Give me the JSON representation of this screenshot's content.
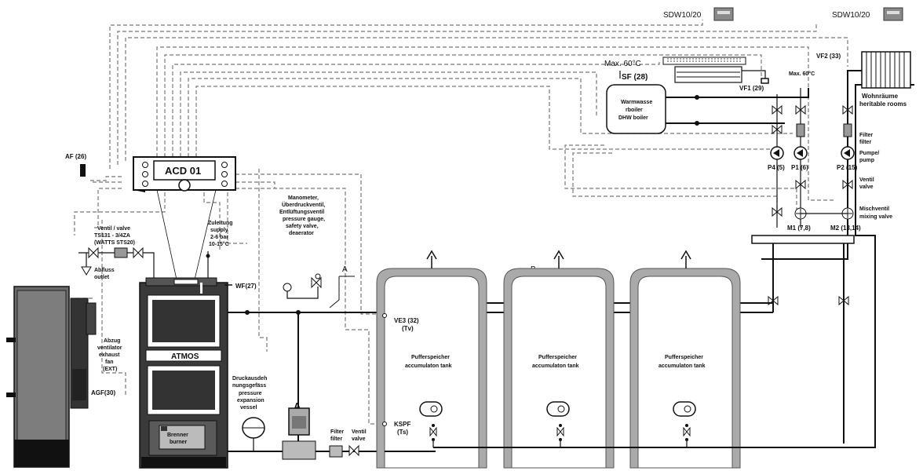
{
  "labels": {
    "sdw_left": "SDW10/20",
    "sdw_right": "SDW10/20",
    "max60": "Max. 60°C",
    "max60_small": "Max. 60°C",
    "vf2": "VF2 (33)",
    "sf": "SF (28)",
    "vf1": "VF1 (29)",
    "dhw_line1": "Warmwasse",
    "dhw_line2": "rboiler",
    "dhw_line3": "DHW boiler",
    "rooms_line1": "Wohnräume",
    "rooms_line2": "heritable rooms",
    "filter_line1": "Filter",
    "filter_line2": "filter",
    "pump_line1": "Pumpe/",
    "pump_line2": "pump",
    "ventil_line1": "Ventil",
    "ventil_line2": "valve",
    "mix_line1": "Mischventil",
    "mix_line2": "mixing valve",
    "p4": "P4 (5)",
    "p1": "P1 (6)",
    "p2": "P2 (15)",
    "m1": "M1 (7,8)",
    "m2": "M2 (13,14)",
    "af": "AF (26)",
    "acd": "ACD 01",
    "valve_line1": "Ventil / valve",
    "valve_line2": "TS131 - 3/4ZA",
    "valve_line3": "(WATTS STS20)",
    "abfluss_line1": "Abfluss",
    "abfluss_line2": "outlet",
    "zul_line1": "Zuleitung",
    "zul_line2": "supply",
    "zul_line3": "2-6 bar",
    "zul_line4": "10-15°C",
    "wf": "WF(27)",
    "mano_line1": "Manometer,",
    "mano_line2": "Überdruckventil,",
    "mano_line3": "Entlüftungsventil",
    "mano_line4": "pressure gauge,",
    "mano_line5": "safety valve,",
    "mano_line6": "deaerator",
    "mark_a_top": "A",
    "mark_b": "B",
    "mark_a_bottom": "A",
    "atmos": "ATMOS",
    "brenner_line1": "Brenner",
    "brenner_line2": "burner",
    "abzug_line1": "Abzug",
    "abzug_line2": "ventilator",
    "abzug_line3": "exhaust",
    "abzug_line4": "fan",
    "abzug_line5": "(EXT)",
    "agf": "AGF(30)",
    "druck_line1": "Druckausdeh",
    "druck_line2": "nungsgefäss",
    "druck_line3": "pressure",
    "druck_line4": "expansion",
    "druck_line5": "vessel",
    "ve3_line1": "VE3 (32)",
    "ve3_line2": "(Tv)",
    "kspf_line1": "KSPF",
    "kspf_line2": "(Ts)",
    "filter_b_line1": "Filter",
    "filter_b_line2": "filter",
    "ventil_b_line1": "Ventil",
    "ventil_b_line2": "valve",
    "tank1_line1": "Pufferspeicher",
    "tank1_line2": "accumulaton tank",
    "tank2_line1": "Pufferspeicher",
    "tank2_line2": "accumulaton tank",
    "tank3_line1": "Pufferspeicher",
    "tank3_line2": "accumulaton tank"
  },
  "colors": {
    "line": "#111111",
    "signal": "#777777",
    "tank_outline": "#555555",
    "tank_fill": "#ffffff",
    "boiler_dark": "#2b2b2b",
    "boiler_mid": "#5a5a5a",
    "grey_unit": "#8a8a8a"
  }
}
